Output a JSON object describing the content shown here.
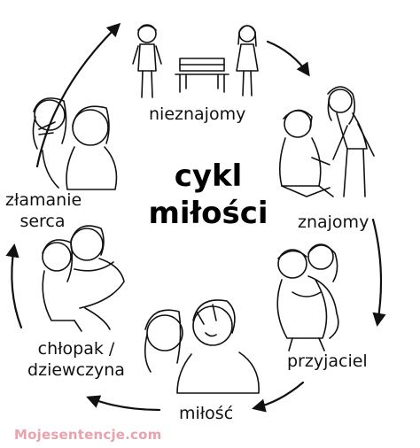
{
  "title": {
    "line1": "cykl",
    "line2": "miłości"
  },
  "stages": {
    "stranger": "nieznajomy",
    "acquaintance": "znajomy",
    "friend": "przyjaciel",
    "love": "miłość",
    "partner_line1": "chłopak /",
    "partner_line2": "dziewczyna",
    "heartbreak_line1": "złamanie",
    "heartbreak_line2": "serca"
  },
  "watermark": "Mojesentencje.com",
  "colors": {
    "ink": "#111111",
    "watermark": "#e8a3ad",
    "background": "#ffffff"
  }
}
